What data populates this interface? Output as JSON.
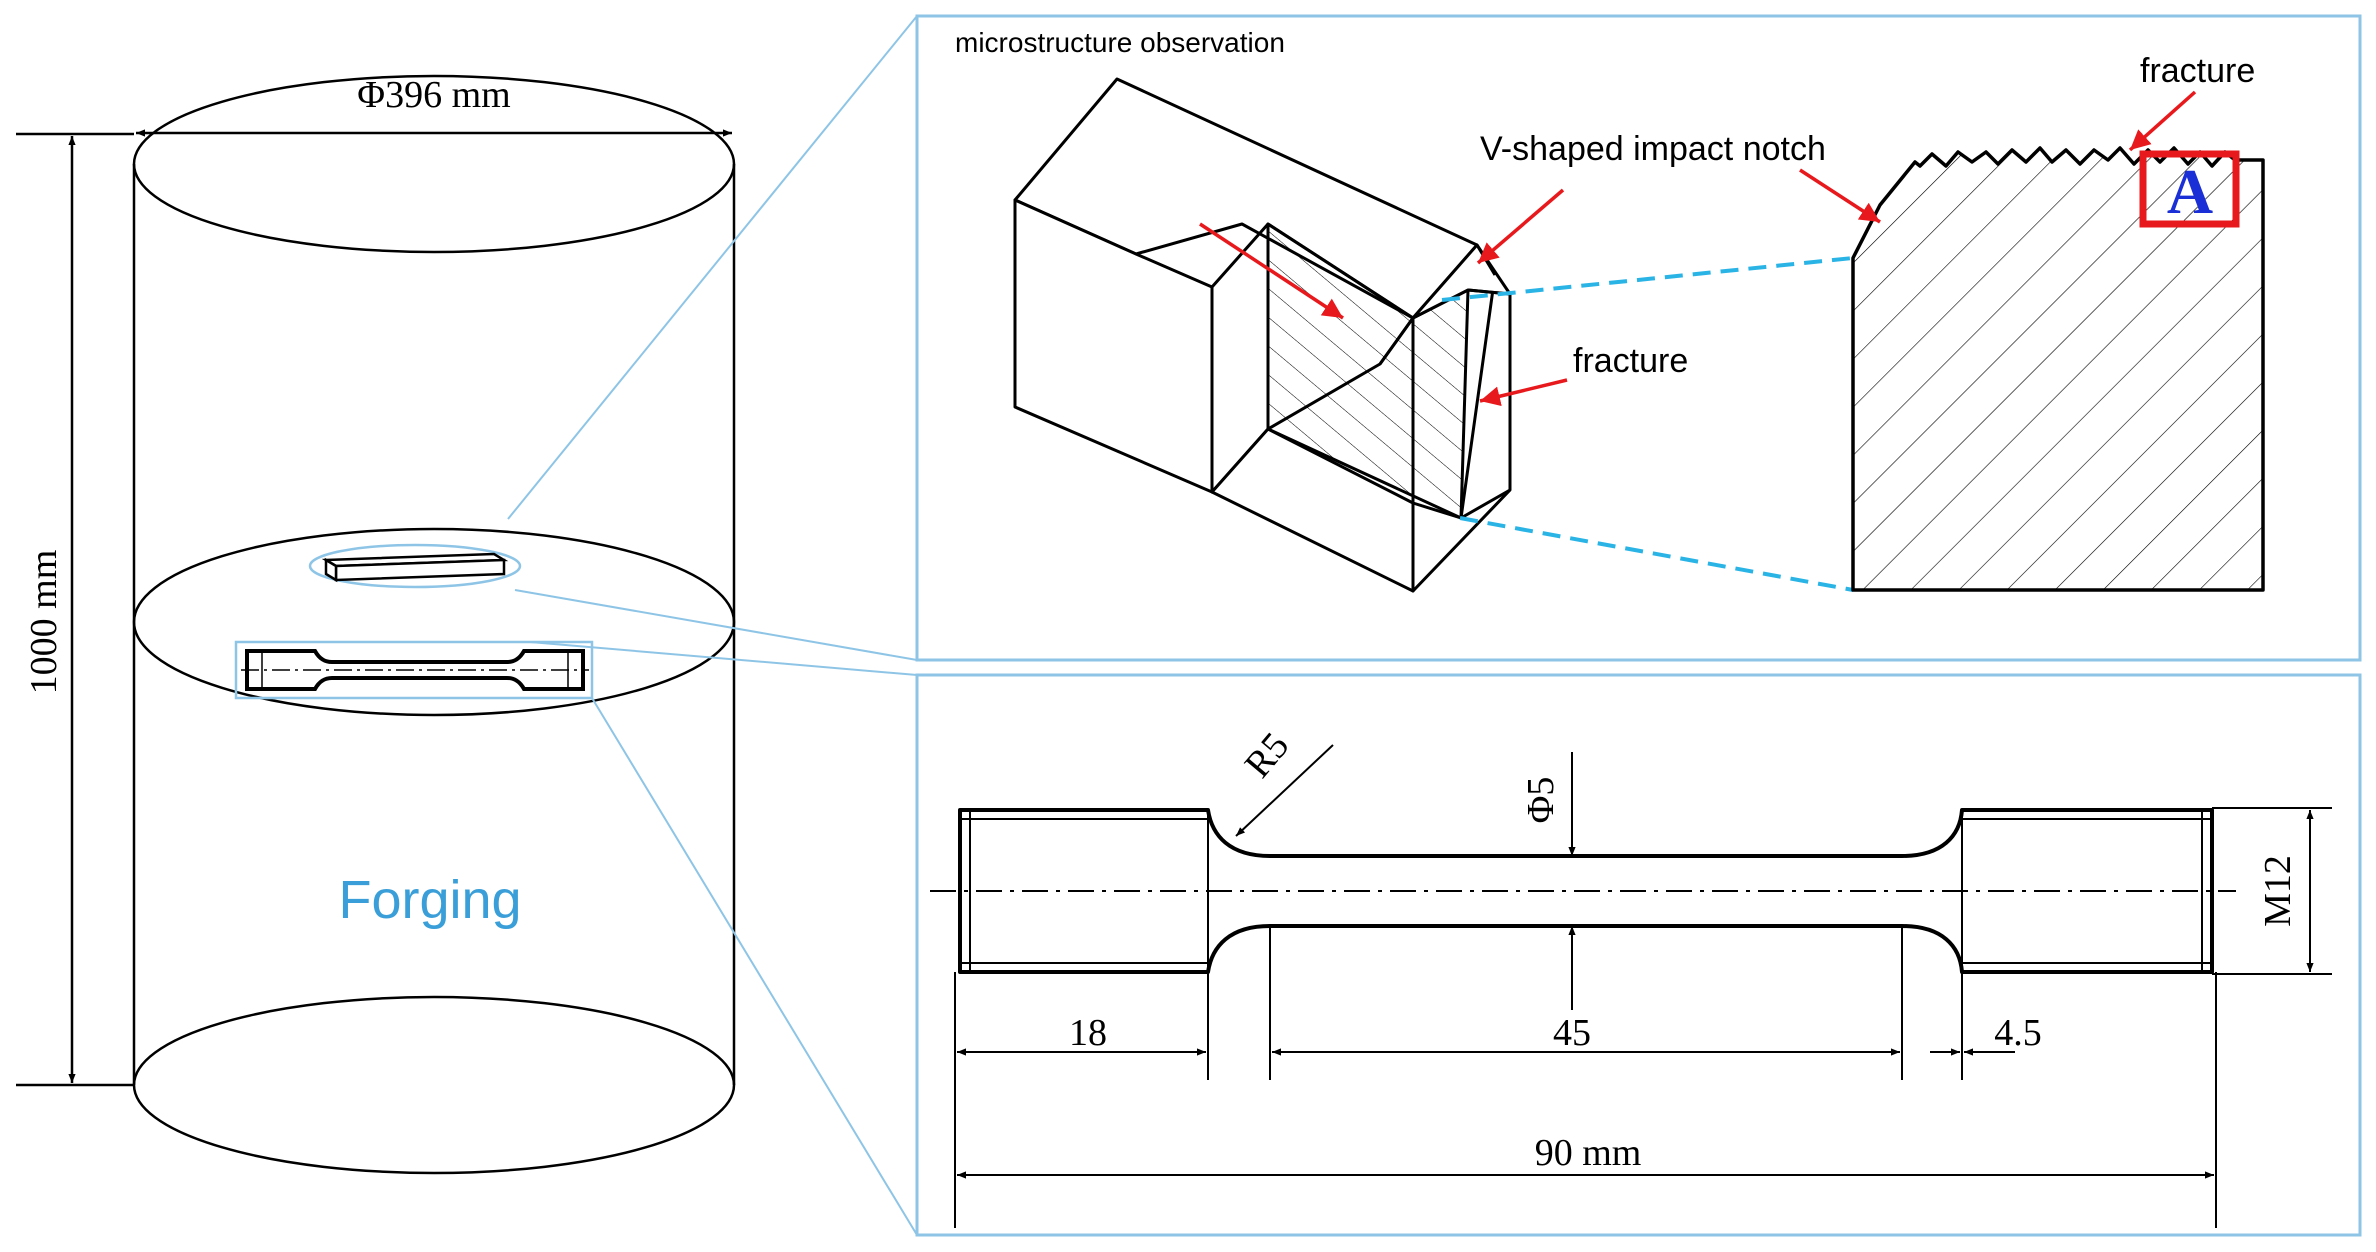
{
  "labels": {
    "diameter": "Φ396 mm",
    "height": "1000 mm",
    "forging": "Forging",
    "micro": "microstructure observation",
    "vnotch": "V-shaped impact notch",
    "fracture_top": "fracture",
    "fracture_mid": "fracture",
    "region_a": "A",
    "r5": "R5",
    "phi5": "Φ5",
    "m12": "M12",
    "dim18": "18",
    "dim45": "45",
    "dim4_5": "4.5",
    "dim90": "90 mm"
  },
  "colors": {
    "line": "#000000",
    "accent_blue": "#3a9fd8",
    "panel_border": "#8ec5e6",
    "zoom_line": "#8ec5e6",
    "dash_cyan": "#2ab4e6",
    "arrow_red": "#e8191c",
    "box_red": "#e8191c",
    "letter_blue": "#1a2fd6"
  }
}
